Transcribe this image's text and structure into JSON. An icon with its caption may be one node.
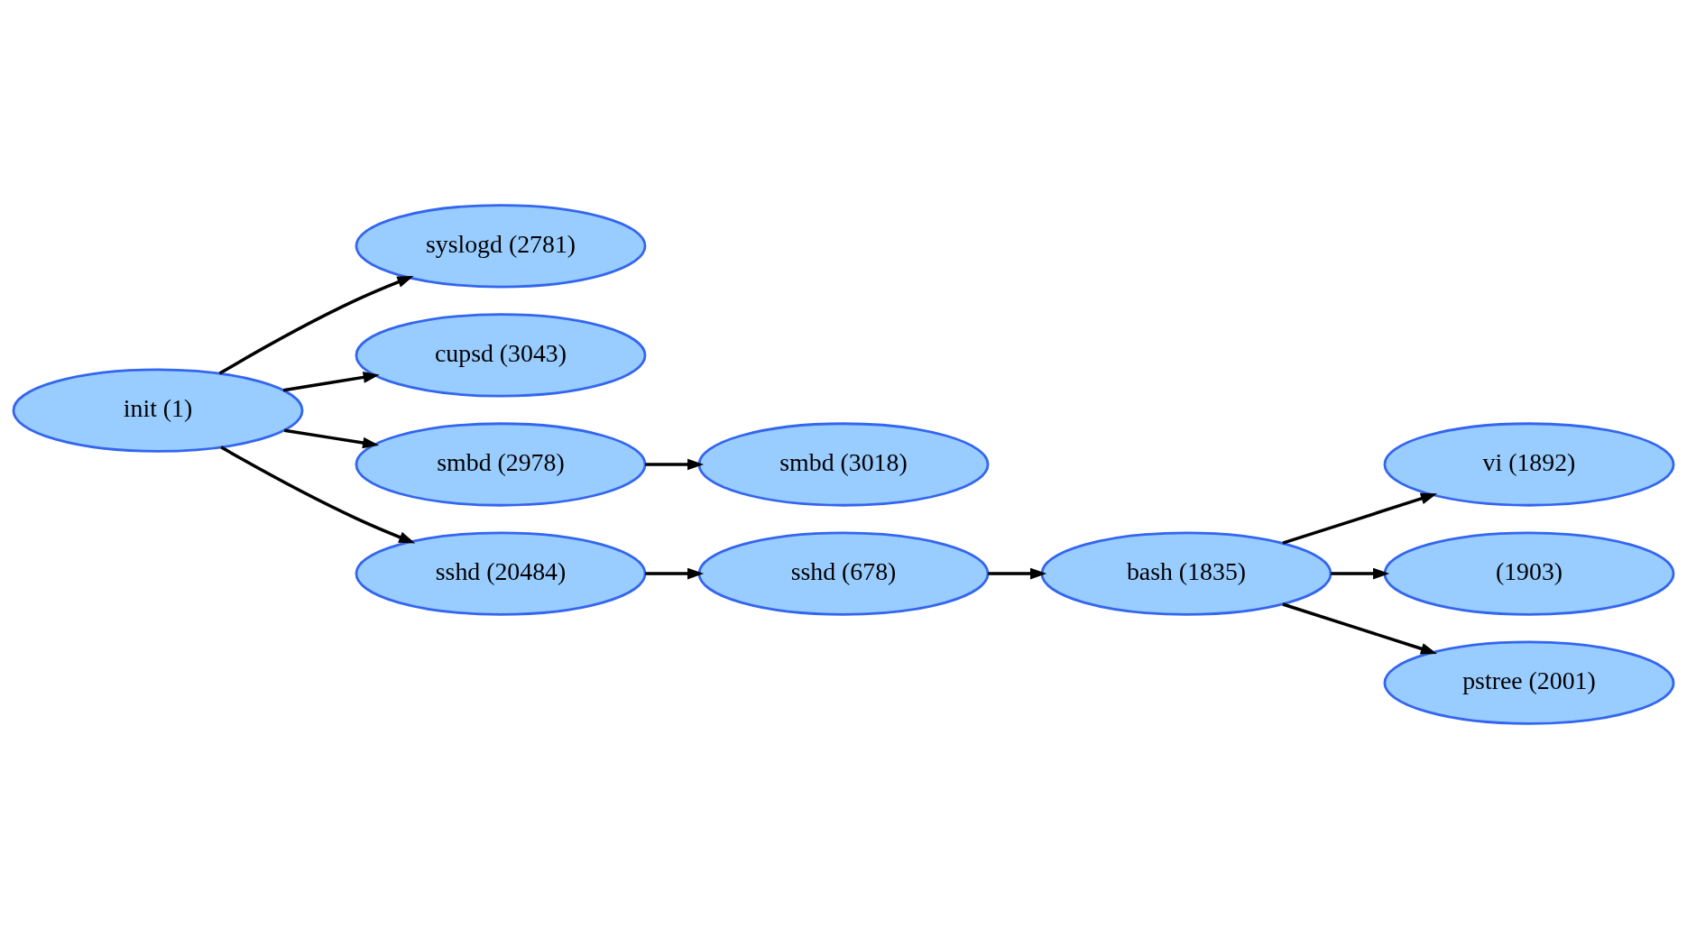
{
  "diagram": {
    "nodes": [
      {
        "text": [
          "init (1)"
        ]
      },
      {
        "text": [
          "syslogd (2781)"
        ]
      },
      {
        "text": [
          "cupsd (3043)"
        ]
      },
      {
        "text": [
          "smbd (2978)"
        ]
      },
      {
        "text": [
          "sshd (20484)"
        ]
      },
      {
        "text": [
          "smbd (3018)"
        ]
      },
      {
        "text": [
          "sshd (678)"
        ]
      },
      {
        "text": [
          "bash (1835)"
        ]
      },
      {
        "text": [
          "vi (1892)"
        ]
      },
      {
        "text": [
          "(1903)"
        ]
      },
      {
        "text": [
          "pstree (2001)"
        ]
      }
    ],
    "edges": [
      {
        "from": 0,
        "to": 1,
        "arrow": "to"
      },
      {
        "from": 0,
        "to": 2,
        "arrow": "to"
      },
      {
        "from": 0,
        "to": 3,
        "arrow": "to"
      },
      {
        "from": 0,
        "to": 4,
        "arrow": "to"
      },
      {
        "from": 3,
        "to": 5,
        "arrow": "to"
      },
      {
        "from": 4,
        "to": 6,
        "arrow": "to"
      },
      {
        "from": 6,
        "to": 7,
        "arrow": "to"
      },
      {
        "from": 7,
        "to": 8,
        "arrow": "to"
      },
      {
        "from": 7,
        "to": 9,
        "arrow": "to"
      },
      {
        "from": 7,
        "to": 10,
        "arrow": "to"
      }
    ]
  }
}
